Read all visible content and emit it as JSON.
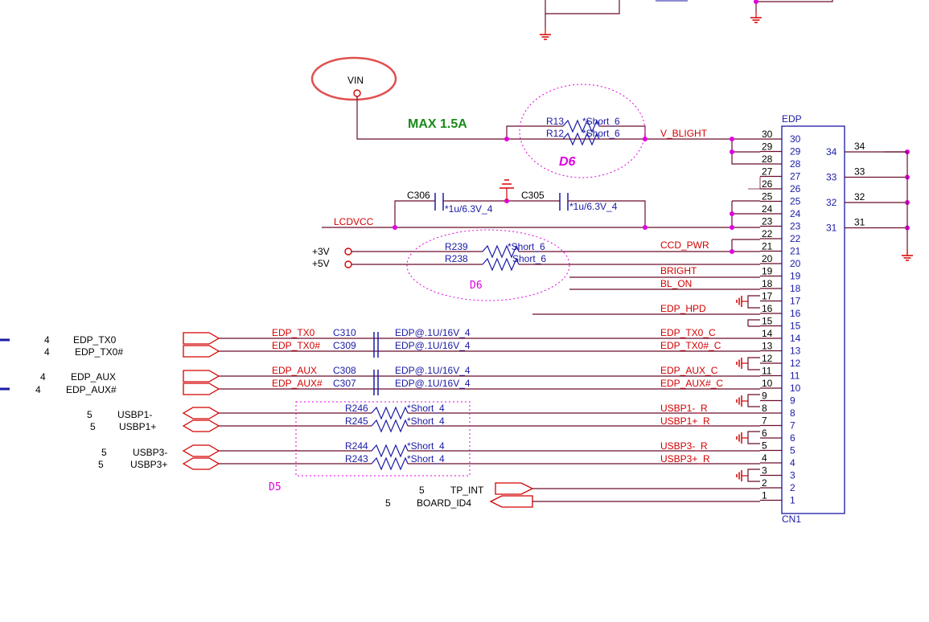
{
  "top_net": "VIN",
  "current_note": "MAX 1.5A",
  "connector": {
    "title": "EDP",
    "designator": "CN1",
    "colors": {
      "pin_line": "#6a0f2a",
      "body": "#1a1aa6"
    }
  },
  "groups": {
    "d6_top": "D6",
    "d6_mid": "D6",
    "d5": "D5"
  },
  "resistors": {
    "r13": {
      "ref": "R13",
      "value": "*Short_6"
    },
    "r12": {
      "ref": "R12",
      "value": "*Short_6"
    },
    "r239": {
      "ref": "R239",
      "value": "*Short_6"
    },
    "r238": {
      "ref": "R238",
      "value": "Short_6"
    },
    "r246": {
      "ref": "R246",
      "value": "*Short_4"
    },
    "r245": {
      "ref": "R245",
      "value": "*Short_4"
    },
    "r244": {
      "ref": "R244",
      "value": "*Short_4"
    },
    "r243": {
      "ref": "R243",
      "value": "*Short_4"
    }
  },
  "capacitors": {
    "c306": {
      "ref": "C306",
      "value": "*1u/6.3V_4"
    },
    "c305": {
      "ref": "C305",
      "value": "*1u/6.3V_4"
    },
    "c310": {
      "ref": "C310",
      "value": "EDP@.1U/16V_4"
    },
    "c309": {
      "ref": "C309",
      "value": "EDP@.1U/16V_4"
    },
    "c308": {
      "ref": "C308",
      "value": "EDP@.1U/16V_4"
    },
    "c307": {
      "ref": "C307",
      "value": "EDP@.1U/16V_4"
    }
  },
  "nets": {
    "lcdvcc": "LCDVCC",
    "p3v": "+3V",
    "p5v": "+5V",
    "v_blight": "V_BLIGHT",
    "ccd_pwr": "CCD_PWR",
    "bright": "BRIGHT",
    "bl_on": "BL_ON",
    "edp_hpd": "EDP_HPD",
    "tx0_in": "EDP_TX0",
    "tx0n_in": "EDP_TX0#",
    "aux_in": "EDP_AUX",
    "auxn_in": "EDP_AUX#",
    "tx0_c": "EDP_TX0_C",
    "tx0n_c": "EDP_TX0#_C",
    "aux_c": "EDP_AUX_C",
    "auxn_c": "EDP_AUX#_C",
    "usbp1n_r": "USBP1-_R",
    "usbp1p_r": "USBP1+_R",
    "usbp3n_r": "USBP3-_R",
    "usbp3p_r": "USBP3+_R"
  },
  "offpage": [
    {
      "key": "tx0",
      "sheet": "4",
      "name": "EDP_TX0"
    },
    {
      "key": "tx0n",
      "sheet": "4",
      "name": "EDP_TX0#"
    },
    {
      "key": "aux",
      "sheet": "4",
      "name": "EDP_AUX"
    },
    {
      "key": "auxn",
      "sheet": "4",
      "name": "EDP_AUX#"
    },
    {
      "key": "usbp1n",
      "sheet": "5",
      "name": "USBP1-"
    },
    {
      "key": "usbp1p",
      "sheet": "5",
      "name": "USBP1+"
    },
    {
      "key": "usbp3n",
      "sheet": "5",
      "name": "USBP3-"
    },
    {
      "key": "usbp3p",
      "sheet": "5",
      "name": "USBP3+"
    },
    {
      "key": "tp_int",
      "sheet": "5",
      "name": "TP_INT"
    },
    {
      "key": "board_id4",
      "sheet": "5",
      "name": "BOARD_ID4"
    }
  ],
  "left_pins": [
    "30",
    "29",
    "28",
    "27",
    "26",
    "25",
    "24",
    "23",
    "22",
    "21",
    "20",
    "19",
    "18",
    "17",
    "16",
    "15",
    "14",
    "13",
    "12",
    "11",
    "10",
    "9",
    "8",
    "7",
    "6",
    "5",
    "4",
    "3",
    "2",
    "1"
  ],
  "right_pins": [
    "34",
    "33",
    "32",
    "31"
  ]
}
